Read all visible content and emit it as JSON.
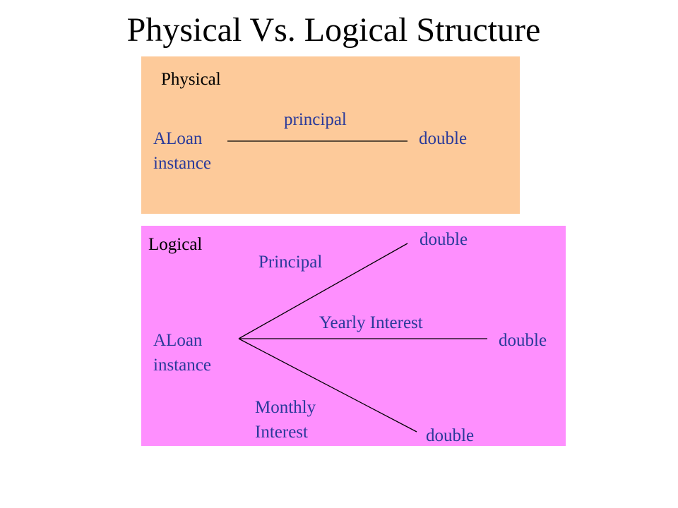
{
  "title": "Physical Vs. Logical Structure",
  "colors": {
    "physical_panel": "#fdca9a",
    "logical_panel": "#fe8ffe",
    "text_blue": "#2a3a9a",
    "text_black": "#000000"
  },
  "physical": {
    "heading": "Physical",
    "node_line1": "ALoan",
    "node_line2": "instance",
    "edge_label": "principal",
    "target": "double"
  },
  "logical": {
    "heading": "Logical",
    "node_line1": "ALoan",
    "node_line2": "instance",
    "edges": [
      {
        "label": "Principal",
        "target": "double"
      },
      {
        "label": "Yearly Interest",
        "target": "double"
      },
      {
        "label_line1": "Monthly",
        "label_line2": "Interest",
        "target": "double"
      }
    ]
  }
}
